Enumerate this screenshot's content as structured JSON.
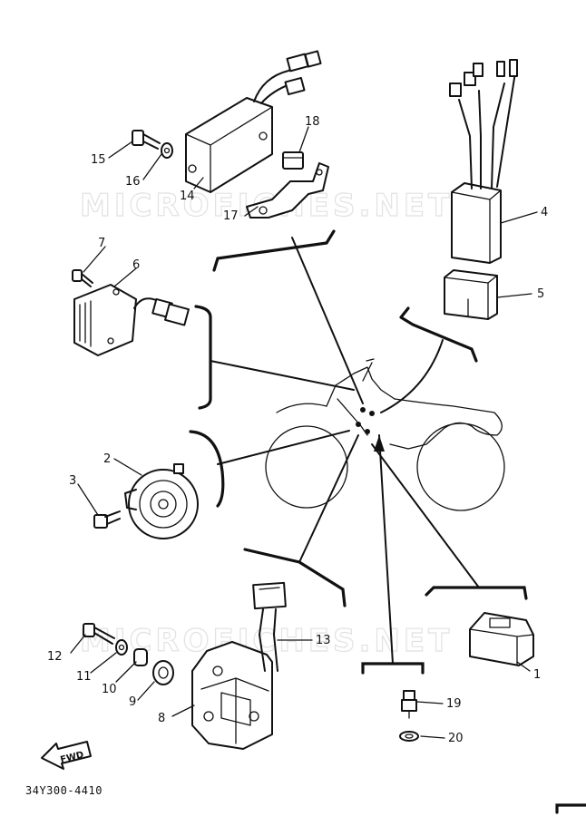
{
  "diagram": {
    "drawing_code": "34Y300-4410",
    "watermark": "MICROFICHES.NET",
    "fwd_label": "FWD",
    "callouts": [
      {
        "id": "c1",
        "label": "1"
      },
      {
        "id": "c2",
        "label": "2"
      },
      {
        "id": "c3",
        "label": "3"
      },
      {
        "id": "c4",
        "label": "4"
      },
      {
        "id": "c5",
        "label": "5"
      },
      {
        "id": "c6",
        "label": "6"
      },
      {
        "id": "c7",
        "label": "7"
      },
      {
        "id": "c8",
        "label": "8"
      },
      {
        "id": "c9",
        "label": "9"
      },
      {
        "id": "c10",
        "label": "10"
      },
      {
        "id": "c11",
        "label": "11"
      },
      {
        "id": "c12",
        "label": "12"
      },
      {
        "id": "c13",
        "label": "13"
      },
      {
        "id": "c14",
        "label": "14"
      },
      {
        "id": "c15",
        "label": "15"
      },
      {
        "id": "c16",
        "label": "16"
      },
      {
        "id": "c17",
        "label": "17"
      },
      {
        "id": "c18",
        "label": "18"
      },
      {
        "id": "c19",
        "label": "19"
      },
      {
        "id": "c20",
        "label": "20"
      }
    ]
  }
}
